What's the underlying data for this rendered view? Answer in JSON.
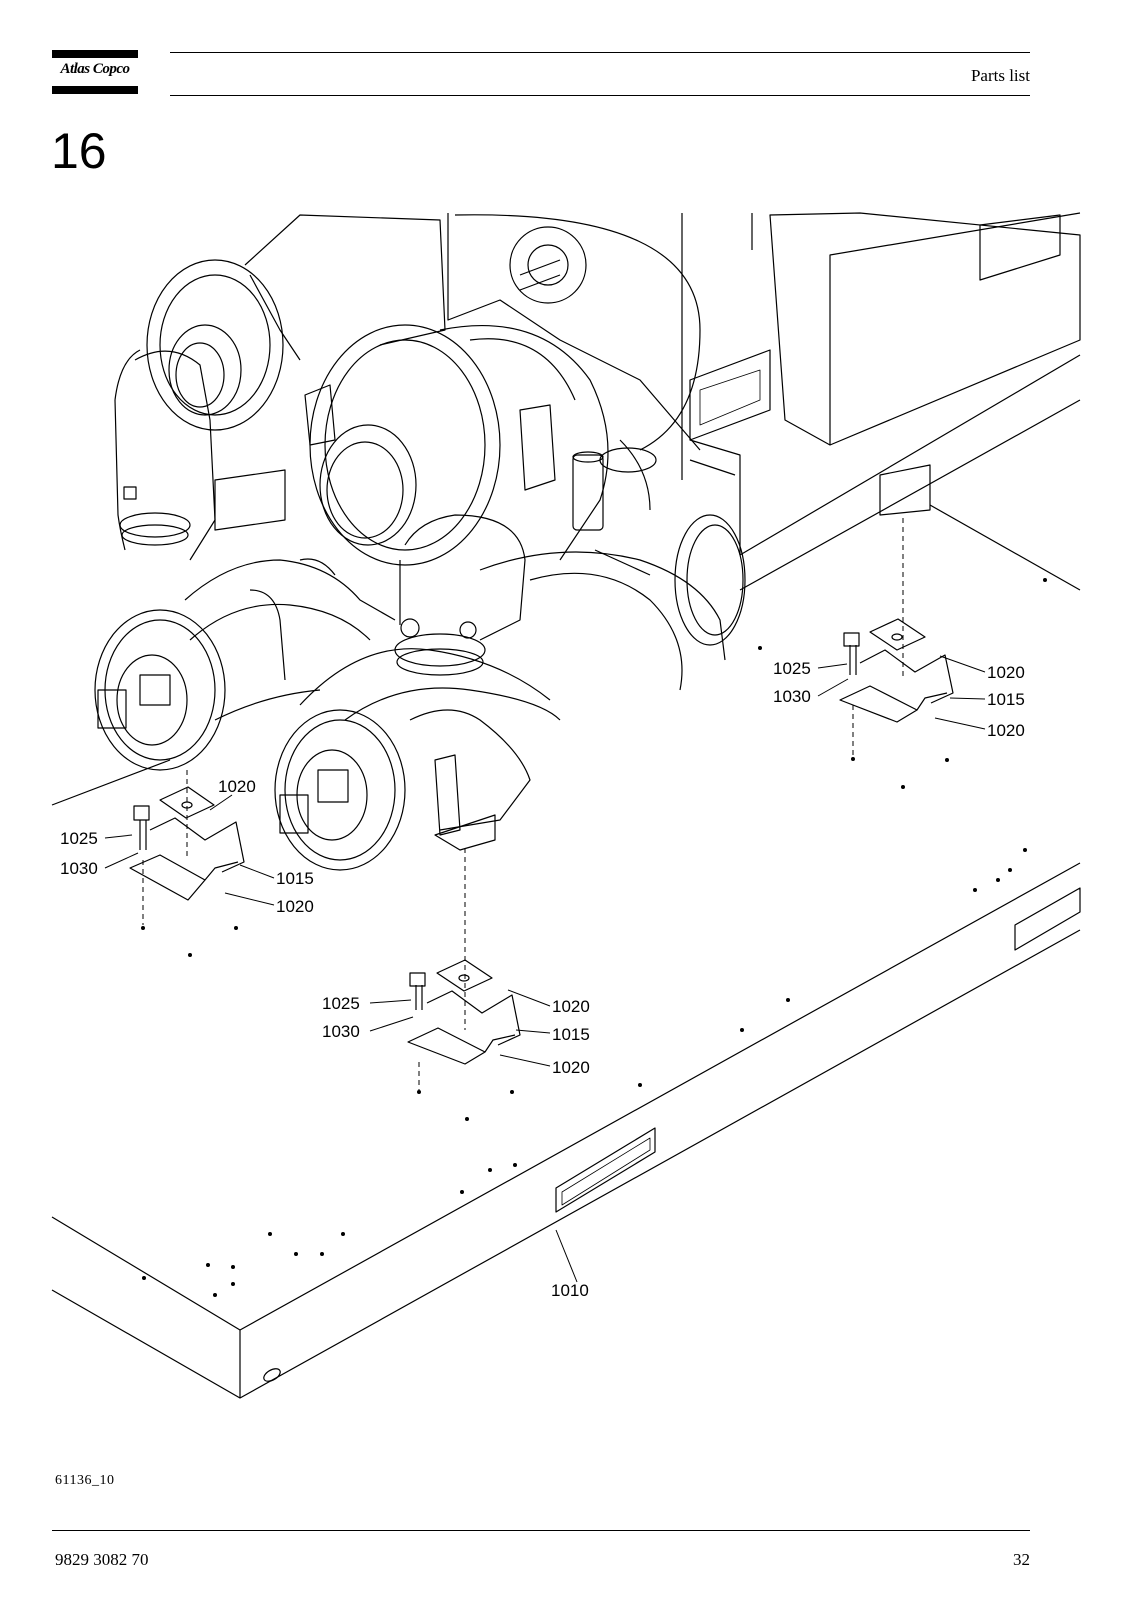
{
  "header": {
    "logo_text": "Atlas Copco",
    "title": "Parts list"
  },
  "section_number": "16",
  "figure_code": "61136_10",
  "footer": {
    "doc_number": "9829 3082 70",
    "page_number": "32"
  },
  "callouts": [
    {
      "id": "a1",
      "label": "1020"
    },
    {
      "id": "a2",
      "label": "1025"
    },
    {
      "id": "a3",
      "label": "1030"
    },
    {
      "id": "a4",
      "label": "1015"
    },
    {
      "id": "a5",
      "label": "1020"
    },
    {
      "id": "b1",
      "label": "1025"
    },
    {
      "id": "b2",
      "label": "1030"
    },
    {
      "id": "b3",
      "label": "1020"
    },
    {
      "id": "b4",
      "label": "1015"
    },
    {
      "id": "b5",
      "label": "1020"
    },
    {
      "id": "c1",
      "label": "1025"
    },
    {
      "id": "c2",
      "label": "1030"
    },
    {
      "id": "c3",
      "label": "1020"
    },
    {
      "id": "c4",
      "label": "1015"
    },
    {
      "id": "c5",
      "label": "1020"
    },
    {
      "id": "d1",
      "label": "1010"
    }
  ]
}
